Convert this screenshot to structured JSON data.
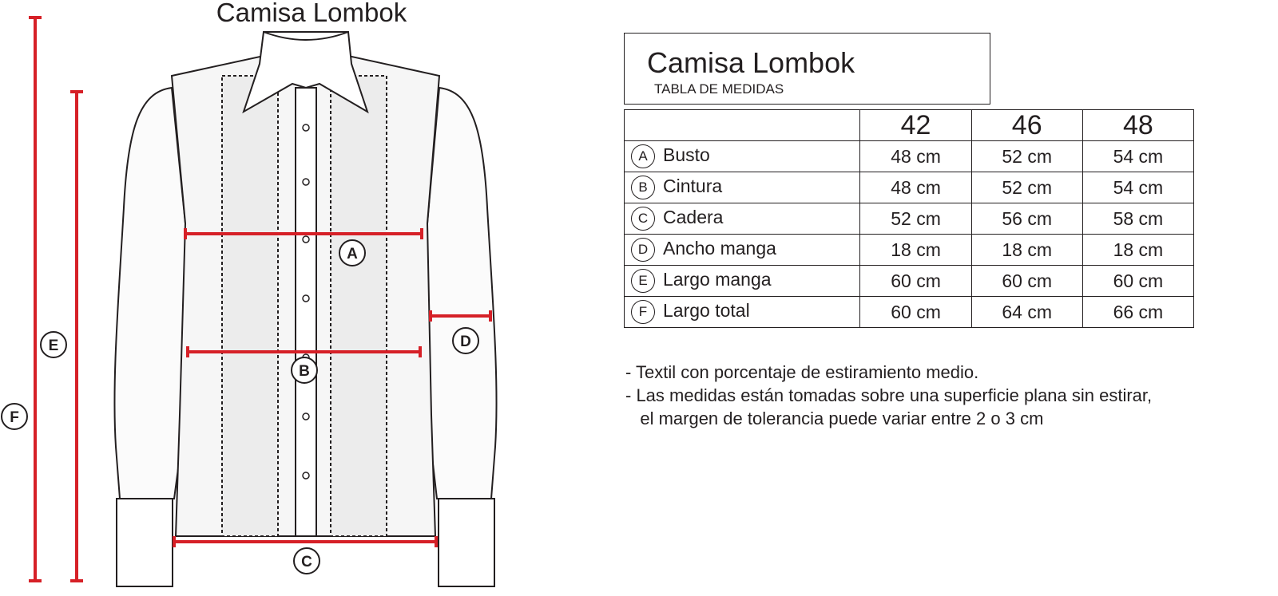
{
  "drawing": {
    "title": "Camisa Lombok",
    "markers": [
      "A",
      "B",
      "C",
      "D",
      "E",
      "F"
    ],
    "measure_color": "#d62027"
  },
  "chart_header": {
    "title": "Camisa Lombok",
    "subtitle": "TABLA DE MEDIDAS"
  },
  "table": {
    "sizes": [
      "42",
      "46",
      "48"
    ],
    "rows": [
      {
        "key": "A",
        "label": "Busto",
        "values": [
          "48 cm",
          "52 cm",
          "54 cm"
        ]
      },
      {
        "key": "B",
        "label": "Cintura",
        "values": [
          "48 cm",
          "52 cm",
          "54 cm"
        ]
      },
      {
        "key": "C",
        "label": "Cadera",
        "values": [
          "52 cm",
          "56 cm",
          "58 cm"
        ]
      },
      {
        "key": "D",
        "label": "Ancho manga",
        "values": [
          "18 cm",
          "18 cm",
          "18 cm"
        ]
      },
      {
        "key": "E",
        "label": "Largo manga",
        "values": [
          "60 cm",
          "60 cm",
          "60 cm"
        ]
      },
      {
        "key": "F",
        "label": "Largo total",
        "values": [
          "60 cm",
          "64 cm",
          "66 cm"
        ]
      }
    ]
  },
  "notes": [
    "- Textil con porcentaje de estiramiento medio.",
    "- Las medidas están tomadas sobre una superficie plana sin estirar,",
    "   el margen de tolerancia puede variar entre 2 o 3 cm"
  ]
}
